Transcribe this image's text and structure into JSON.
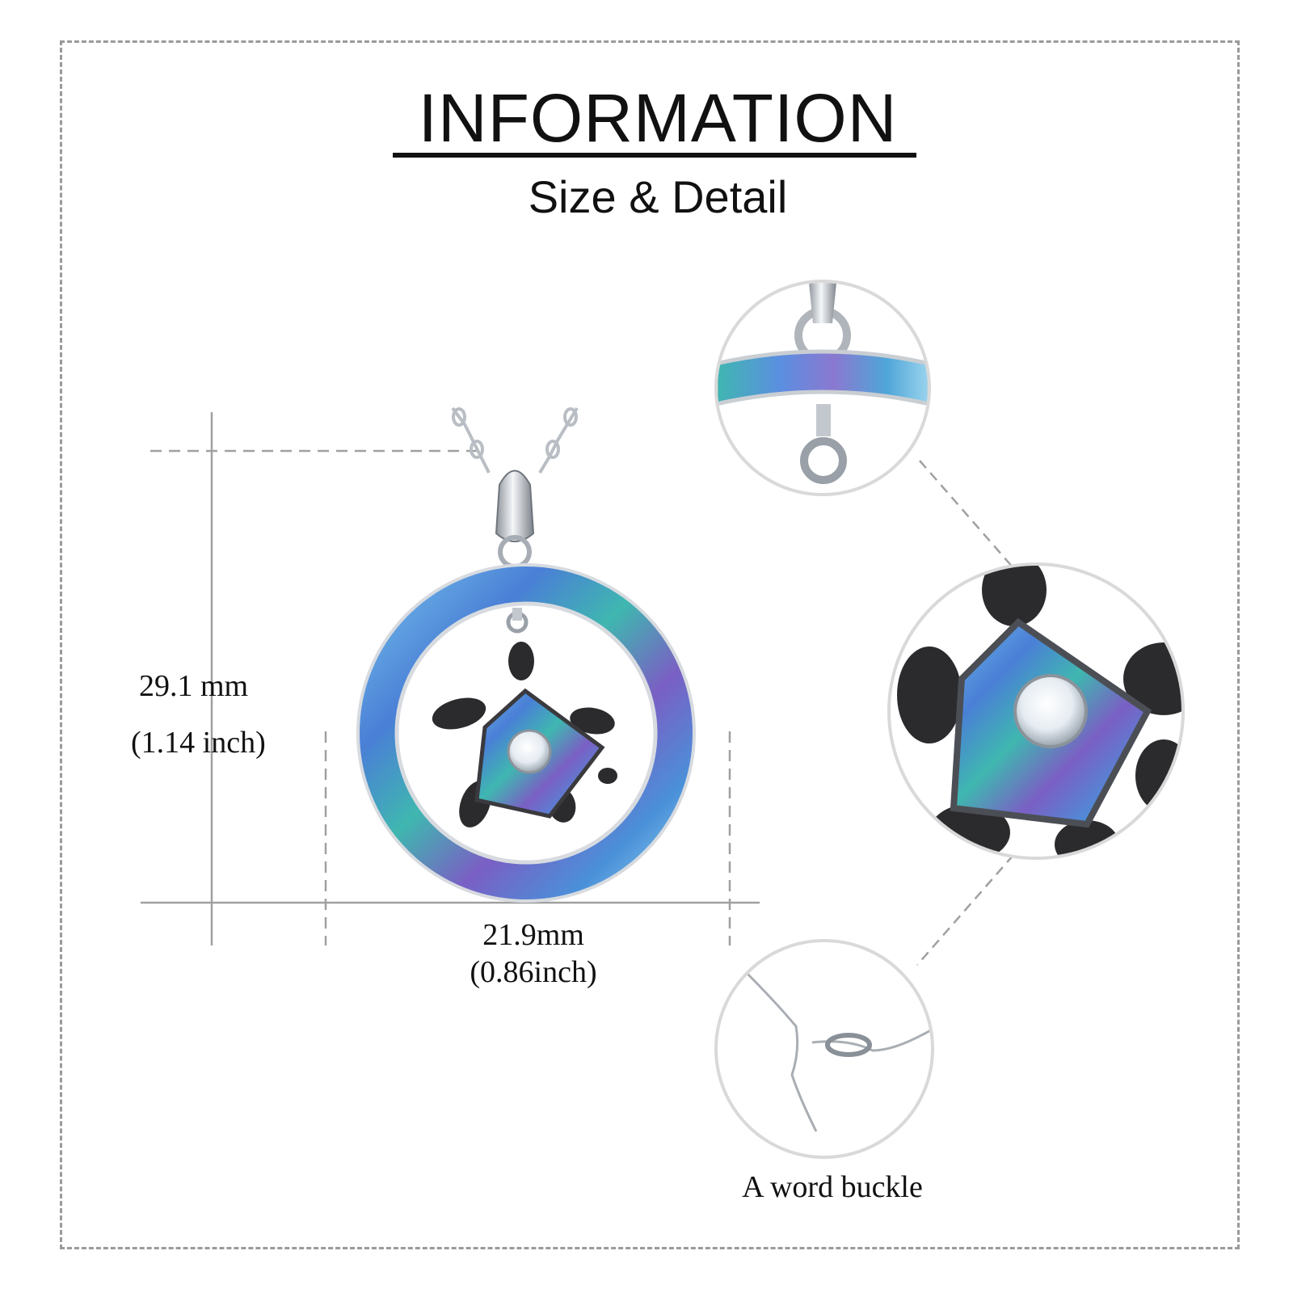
{
  "header": {
    "title": "INFORMATION",
    "subtitle": "Size & Detail"
  },
  "dimensions": {
    "height_mm": "29.1 mm",
    "height_in": "(1.14 inch)",
    "width_mm": "21.9mm",
    "width_in": "(0.86inch)"
  },
  "details": {
    "buckle_label": "A word buckle"
  },
  "colors": {
    "text": "#111111",
    "frame": "#9a9a9a",
    "guide_lines": "#a0a0a0",
    "silver": "#c9ccd1",
    "abalone_blue": "#4a7fd6",
    "abalone_teal": "#3fb7b0",
    "abalone_purple": "#7a5fc4",
    "oxidized": "#2b2b2e"
  }
}
